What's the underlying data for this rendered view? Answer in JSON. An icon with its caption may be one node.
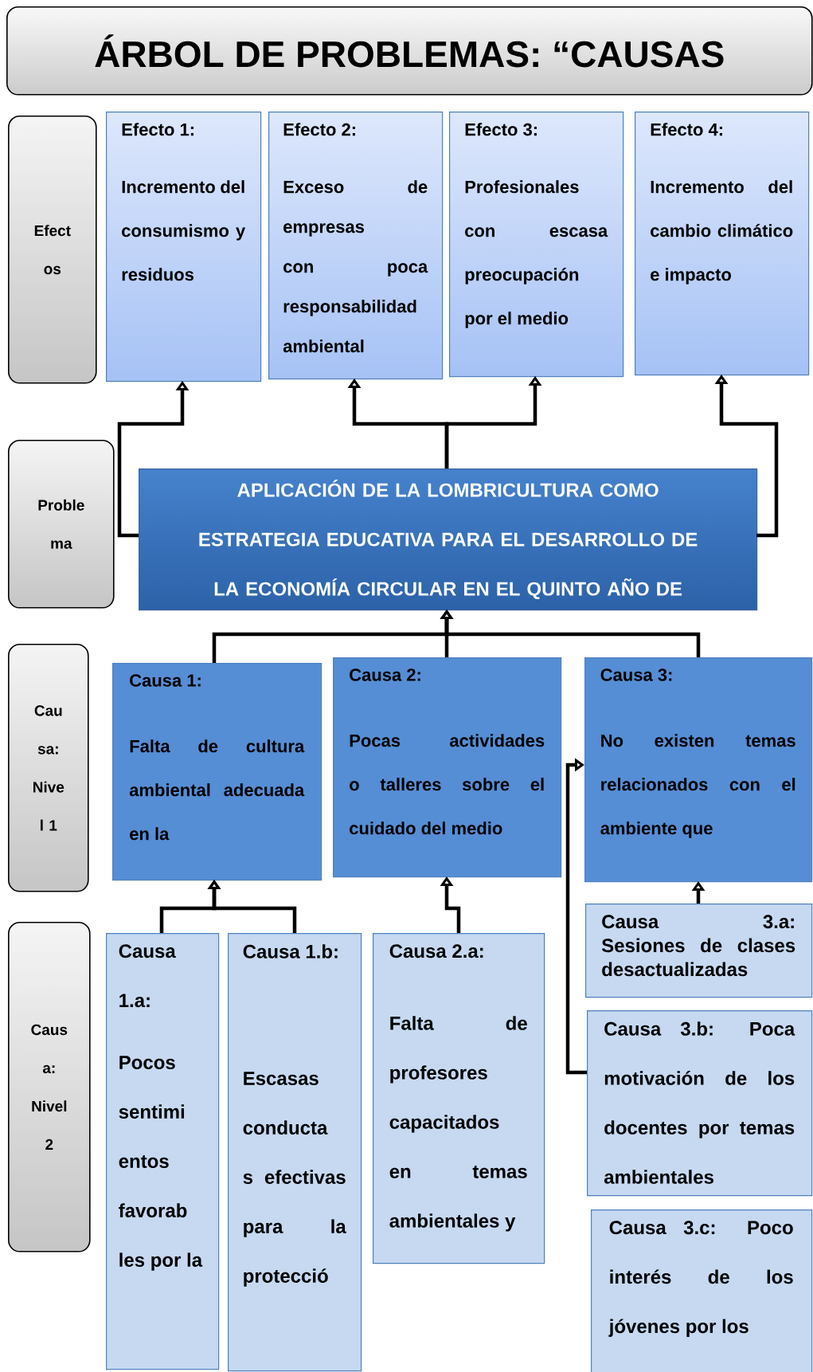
{
  "diagram": {
    "title": "ÁRBOL DE PROBLEMAS: “CAUSAS",
    "nodes": [
      {
        "text": [
          "Efect os"
        ]
      },
      {
        "text": [
          "Proble ma"
        ]
      },
      {
        "text": [
          "Cau sa: Nive l 1"
        ]
      },
      {
        "text": [
          "Caus a: Nivel 2"
        ]
      },
      {
        "text": [
          "Efecto 1:",
          "Incremento del consumismo y residuos"
        ]
      },
      {
        "text": [
          "Efecto 2:",
          "Exceso de empresas con poca responsabilidad ambiental"
        ]
      },
      {
        "text": [
          "Efecto 3:",
          "Profesionales con escasa preocupación por el medio"
        ]
      },
      {
        "text": [
          "Efecto 4:",
          "Incremento del cambio climático e impacto"
        ]
      },
      {
        "text": [
          "APLICACIÓN DE LA LOMBRICULTURA COMO ESTRATEGIA EDUCATIVA PARA EL DESARROLLO DE LA ECONOMÍA CIRCULAR EN EL QUINTO AÑO DE"
        ]
      },
      {
        "text": [
          "Causa 1:",
          "Falta de cultura ambiental adecuada en la"
        ]
      },
      {
        "text": [
          "Causa 2:",
          "Pocas actividades o talleres sobre el cuidado del medio"
        ]
      },
      {
        "text": [
          "Causa 3:",
          "No existen temas relacionados con el ambiente que"
        ]
      },
      {
        "text": [
          "Causa 1.a:",
          "Pocos sentimi entos favorab les por la"
        ]
      },
      {
        "text": [
          "Causa 1.b:",
          "Escasas conducta s efectivas para la protecció"
        ]
      },
      {
        "text": [
          "Causa 2.a:",
          "Falta de profesores capacitados en temas ambientales y"
        ]
      },
      {
        "text": [
          "Causa 3.a: Sesiones de clases desactualizadas"
        ]
      },
      {
        "text": [
          "Causa 3.b: Poca motivación de los docentes por temas ambientales"
        ]
      },
      {
        "text": [
          "Causa 3.c: Poco interés de los jóvenes por los"
        ]
      }
    ],
    "edges": [
      {
        "from": 8,
        "to": 4,
        "arrow": "to"
      },
      {
        "from": 8,
        "to": 5,
        "arrow": "to"
      },
      {
        "from": 8,
        "to": 6,
        "arrow": "to"
      },
      {
        "from": 8,
        "to": 7,
        "arrow": "to"
      },
      {
        "from": 9,
        "to": 8,
        "arrow": "to"
      },
      {
        "from": 10,
        "to": 8,
        "arrow": "to"
      },
      {
        "from": 11,
        "to": 8,
        "arrow": "to"
      },
      {
        "from": 12,
        "to": 9,
        "arrow": "to"
      },
      {
        "from": 13,
        "to": 9,
        "arrow": "to"
      },
      {
        "from": 14,
        "to": 10,
        "arrow": "to"
      },
      {
        "from": 15,
        "to": 11,
        "arrow": "to"
      },
      {
        "from": 16,
        "to": 11,
        "arrow": "to"
      }
    ]
  }
}
